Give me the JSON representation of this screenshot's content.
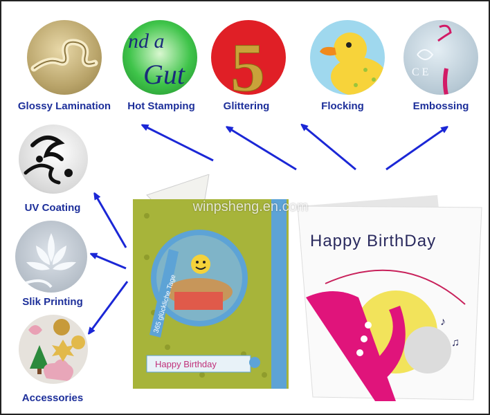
{
  "finishes_top": [
    {
      "label": "Glossy Lamination",
      "icon": "glossy-lamination-sample"
    },
    {
      "label": "Hot Stamping",
      "icon": "hot-stamping-sample",
      "sample_text_1": "nd a",
      "sample_text_2": "Gut"
    },
    {
      "label": "Glittering",
      "icon": "glittering-sample",
      "sample_text": "5"
    },
    {
      "label": "Flocking",
      "icon": "flocking-duck-sample"
    },
    {
      "label": "Embossing",
      "icon": "embossing-sample"
    }
  ],
  "finishes_left": [
    {
      "label": "UV Coating",
      "icon": "uv-coating-sample"
    },
    {
      "label": "Slik Printing",
      "icon": "silk-printing-sample"
    },
    {
      "label": "Accessories",
      "icon": "accessories-sample"
    }
  ],
  "watermark": "winpsheng.en.com",
  "card_left": {
    "tag_text": "365 glückliche Tage",
    "banner_text": "Happy Birthday",
    "colors": {
      "background": "#a7b43a",
      "border": "#5da3d6"
    }
  },
  "card_right": {
    "headline": "Happy BirthDay",
    "colors": {
      "sax": "#e0147b",
      "sun": "#f2e35b",
      "text": "#2a2a5e"
    }
  },
  "arrow_color": "#1b27d6"
}
